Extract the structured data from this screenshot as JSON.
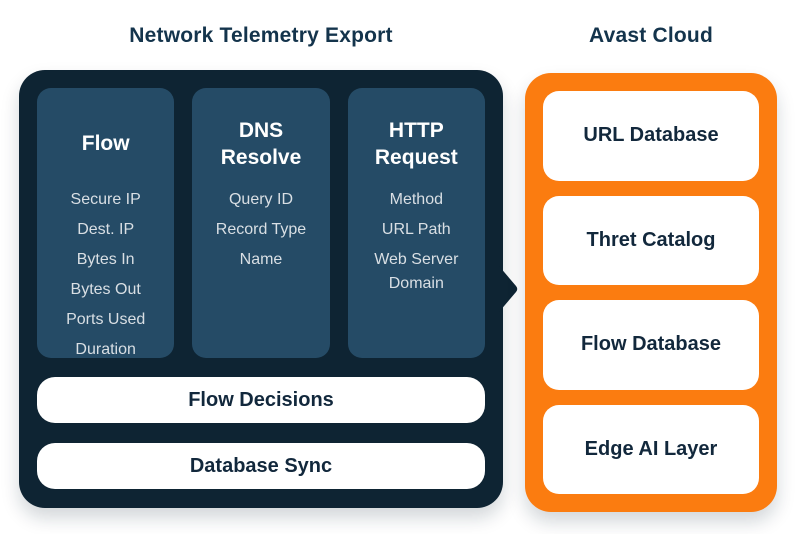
{
  "colors": {
    "background": "#ffffff",
    "panel_navy": "#0e2433",
    "column_navy": "#254b66",
    "accent_orange": "#fb7c10",
    "title_text": "#14344c",
    "dark_text": "#12283c",
    "item_text": "#d9dfe4",
    "header_text": "#ffffff"
  },
  "telemetry": {
    "title": "Network Telemetry Export",
    "columns": [
      {
        "header": "Flow",
        "items": [
          "Secure IP",
          "Dest. IP",
          "Bytes In",
          "Bytes Out",
          "Ports Used",
          "Duration"
        ]
      },
      {
        "header": "DNS Resolve",
        "items": [
          "Query ID",
          "Record Type",
          "Name"
        ]
      },
      {
        "header": "HTTP Request",
        "items": [
          "Method",
          "URL Path",
          "Web Server Domain"
        ]
      }
    ],
    "bars": [
      "Flow Decisions",
      "Database Sync"
    ]
  },
  "cloud": {
    "title": "Avast Cloud",
    "cards": [
      "URL Database",
      "Thret Catalog",
      "Flow Database",
      "Edge AI Layer"
    ]
  }
}
